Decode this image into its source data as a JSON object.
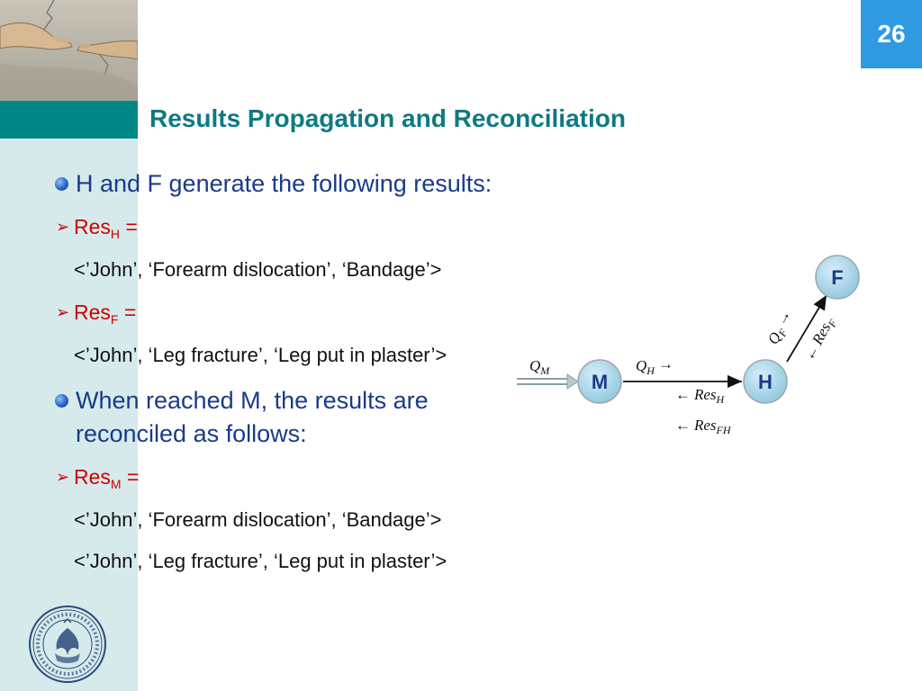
{
  "slide": {
    "page_number": "26",
    "title": "Results Propagation and Reconciliation"
  },
  "bullets": {
    "b1_text": "H and F generate the following results:",
    "resh_prefix": "Res",
    "resh_sub": "H",
    "resh_eq": " =",
    "resh_tuple": "<’John’, ‘Forearm dislocation’, ‘Bandage’>",
    "resf_prefix": "Res",
    "resf_sub": "F",
    "resf_eq": " =",
    "resf_tuple": "<’John’, ‘Leg fracture’, ‘Leg put in plaster’>",
    "b2_text": "When reached M, the results are reconciled as follows:",
    "resm_prefix": "Res",
    "resm_sub": "M",
    "resm_eq": " =",
    "resm_tuple1": "<’John’, ‘Forearm dislocation’, ‘Bandage’>",
    "resm_tuple2": "<’John’, ‘Leg fracture’, ‘Leg put in plaster’>"
  },
  "diagram": {
    "node_m": "M",
    "node_h": "H",
    "node_f": "F",
    "q_m_base": "Q",
    "q_m_sub": "M",
    "q_h_base": "Q",
    "q_h_sub": "H",
    "q_h_arrow": "→",
    "res_h_arrow": "←",
    "res_h_base": "Res",
    "res_h_sub": "H",
    "res_fh_arrow": "←",
    "res_fh_base": "Res",
    "res_fh_sub": "FH",
    "q_f_base": "Q",
    "q_f_sub": "F",
    "q_f_arrow": "→",
    "res_f_arrow": "←",
    "res_f_base": "Res",
    "res_f_sub": "F"
  },
  "colors": {
    "title": "#0d7a82",
    "teal_band": "#008888",
    "sidebar": "#d6eaeb",
    "page_box": "#2f9ae2",
    "body_text": "#1a3a8a",
    "red_text": "#cc0000",
    "node_fill": "#9fd0e4"
  },
  "icons": {
    "bullet_l1": "sphere-bullet-icon",
    "bullet_l2": "arrowhead-bullet-icon",
    "logo": "university-seal-icon",
    "painting": "creation-of-adam-hands-image"
  }
}
